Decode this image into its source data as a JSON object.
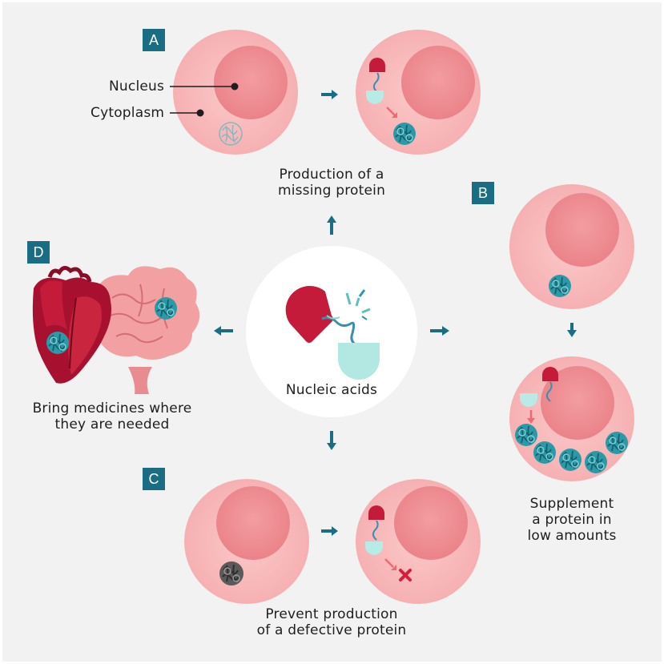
{
  "labels": {
    "nucleus": "Nucleus",
    "cytoplasm": "Cytoplasm",
    "center": "Nucleic acids"
  },
  "panels": {
    "A": {
      "badge": "A",
      "caption_line1": "Production of a",
      "caption_line2": "missing protein"
    },
    "B": {
      "badge": "B",
      "caption_line1": "Supplement",
      "caption_line2": "a protein in",
      "caption_line3": "low amounts"
    },
    "C": {
      "badge": "C",
      "caption_line1": "Prevent production",
      "caption_line2": "of a defective protein"
    },
    "D": {
      "badge": "D",
      "caption_line1": "Bring medicines where",
      "caption_line2": "they are needed"
    }
  },
  "colors": {
    "background": "#f2f2f2",
    "badge": "#1a6e84",
    "arrow": "#1a6e84",
    "cell_outer": "#f8b8b8",
    "cell_nucleus": "#ef8e93",
    "capsule_red": "#c41b3a",
    "capsule_mint": "#a9e4e0",
    "protein_teal": "#2a9aa8",
    "defective_gray": "#5a5a5a",
    "cross": "#d4203c"
  },
  "icons": [
    "right-arrow-icon",
    "down-arrow-icon",
    "up-arrow-icon",
    "left-arrow-icon",
    "capsule-icon",
    "protein-icon",
    "cross-icon",
    "heart-icon",
    "brain-icon"
  ]
}
